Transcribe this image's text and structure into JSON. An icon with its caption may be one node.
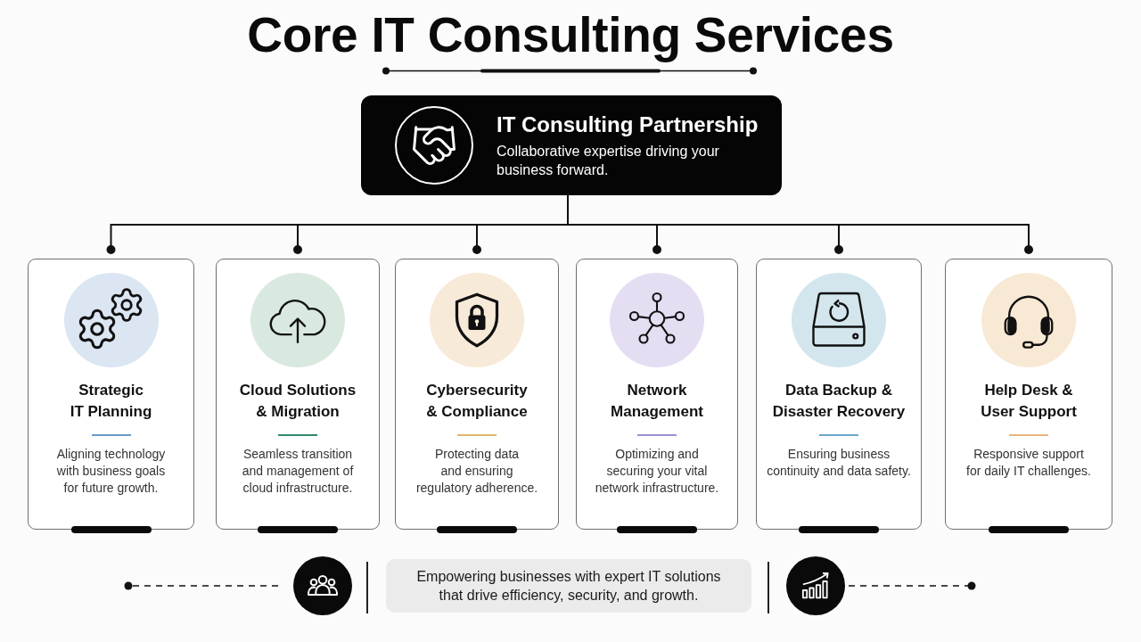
{
  "diagram": {
    "title": "Core IT Consulting Services",
    "nodes": [
      {
        "text": [
          "IT Consulting Partnership",
          "Collaborative expertise driving your business forward."
        ]
      },
      {
        "text": [
          "Strategic IT Planning",
          "Aligning technology with business goals for future growth."
        ]
      },
      {
        "text": [
          "Cloud Solutions & Migration",
          "Seamless transition and management of cloud infrastructure."
        ]
      },
      {
        "text": [
          "Cybersecurity & Compliance",
          "Protecting data and ensuring regulatory adherence."
        ]
      },
      {
        "text": [
          "Network Management",
          "Optimizing and securing your vital network infrastructure."
        ]
      },
      {
        "text": [
          "Data Backup & Disaster Recovery",
          "Ensuring business continuity and data safety."
        ]
      },
      {
        "text": [
          "Help Desk & User Support",
          "Responsive support for daily IT challenges."
        ]
      },
      {
        "text": [
          "Empowering businesses with expert IT solutions that drive efficiency, security, and growth."
        ]
      }
    ],
    "edges": [
      {
        "from": 0,
        "to": 1,
        "arrow": "other"
      },
      {
        "from": 0,
        "to": 2,
        "arrow": "other"
      },
      {
        "from": 0,
        "to": 3,
        "arrow": "other"
      },
      {
        "from": 0,
        "to": 4,
        "arrow": "other"
      },
      {
        "from": 0,
        "to": 5,
        "arrow": "other"
      },
      {
        "from": 0,
        "to": 6,
        "arrow": "other"
      }
    ]
  }
}
